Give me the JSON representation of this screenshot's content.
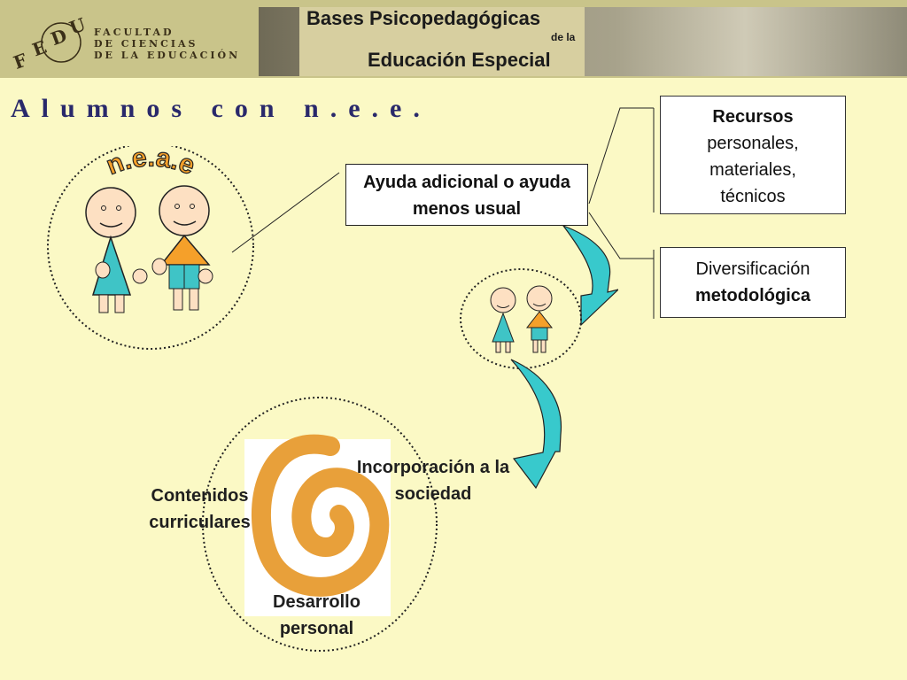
{
  "header": {
    "logo_line1": "FACULTAD",
    "logo_line2": "DE CIENCIAS",
    "logo_line3": "DE LA EDUCACIÓN",
    "logo_mark": "FEDU",
    "title_line1": "Bases Psicopedagógicas",
    "title_line2": "de la",
    "title_line3": "Educación Especial"
  },
  "slide": {
    "heading": "Alumnos con n.e.e.",
    "neae_label": "n.e.a.e",
    "help_box": "Ayuda adicional o ayuda menos usual",
    "resources_bold": "Recursos",
    "resources_rest": "personales, materiales, técnicos",
    "diversification_line1": "Diversificación",
    "diversification_line2": "metodológica",
    "spiral_left": "Contenidos curriculares",
    "spiral_right": "Incorporación a la sociedad",
    "spiral_bottom": "Desarrollo personal"
  },
  "colors": {
    "background": "#fbf9c5",
    "heading": "#29296b",
    "arrow": "#38c9cc",
    "figure_orange": "#f5a02a",
    "figure_teal": "#3fc4c6",
    "spiral": "#e8a03a"
  }
}
